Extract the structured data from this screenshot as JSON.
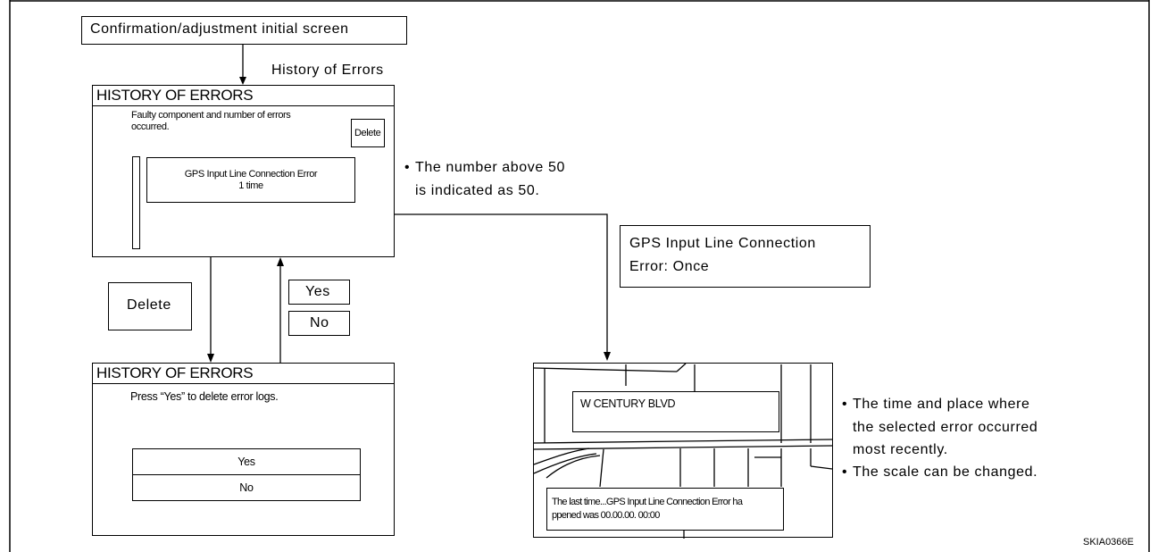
{
  "initial_screen_label": "Confirmation/adjustment initial screen",
  "history_link_label": "History of Errors",
  "screen1": {
    "title": "HISTORY OF ERRORS",
    "desc_line1": "Faulty component and number of errors",
    "desc_line2": "occurred.",
    "delete_button": "Delete",
    "entry_line1": "GPS Input Line Connection Error",
    "entry_line2": "1 time"
  },
  "note_above50_line1": "The number above 50",
  "note_above50_line2": "is indicated as 50.",
  "delete_action_label": "Delete",
  "yes_action_label": "Yes",
  "no_action_label": "No",
  "screen2": {
    "title": "HISTORY OF ERRORS",
    "prompt": "Press “Yes” to delete error logs.",
    "yes_button": "Yes",
    "no_button": "No"
  },
  "gps_callout_line1": "GPS Input Line Connection",
  "gps_callout_line2": "Error: Once",
  "map": {
    "street_label": "W CENTURY BLVD",
    "info_line1": "The last time...GPS Input Line Connection Error ha",
    "info_line2": "ppened was 00.00.00. 00:00"
  },
  "map_notes": {
    "line1": "The time and place where",
    "line2": "the selected error occurred",
    "line3": "most recently.",
    "line4": "The scale can be changed."
  },
  "figure_id": "SKIA0366E"
}
